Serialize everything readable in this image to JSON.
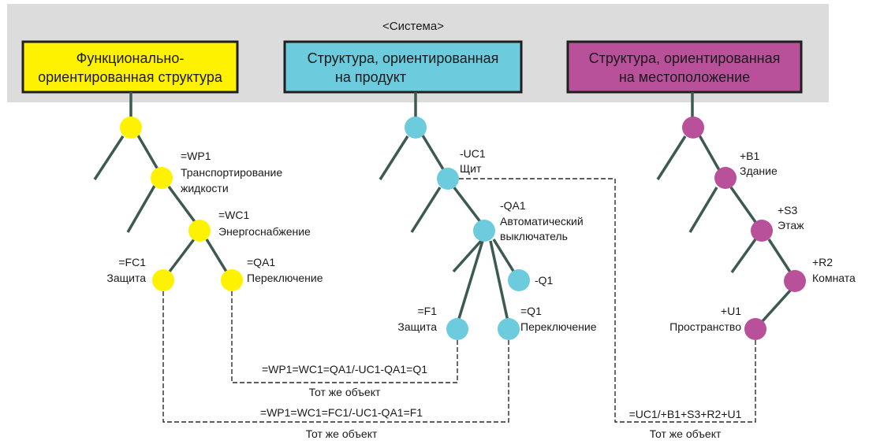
{
  "system_label": "<Система>",
  "colors": {
    "function": "#fff200",
    "product": "#6ccbdc",
    "location": "#b8519a",
    "band": "#dcdcdc",
    "branch": "#3d5a52"
  },
  "headers": {
    "function": {
      "line1": "Функционально-",
      "line2": "ориентированная структура"
    },
    "product": {
      "line1": "Структура, ориентированная",
      "line2": "на продукт"
    },
    "location": {
      "line1": "Структура, ориентированная",
      "line2": "на местоположение"
    }
  },
  "function_tree": {
    "wp1": {
      "code": "=WP1",
      "name1": "Транспортирование",
      "name2": "жидкости"
    },
    "wc1": {
      "code": "=WC1",
      "name": "Энергоснабжение"
    },
    "fc1": {
      "code": "=FC1",
      "name": "Защита"
    },
    "qa1": {
      "code": "=QA1",
      "name": "Переключение"
    }
  },
  "product_tree": {
    "uc1": {
      "code": "-UC1",
      "name": "Щит"
    },
    "qa1": {
      "code": "-QA1",
      "name1": "Автоматический",
      "name2": "выключатель"
    },
    "q1": {
      "code": "-Q1"
    },
    "f1": {
      "code": "=F1",
      "name": "Защита"
    },
    "q1f": {
      "code": "=Q1",
      "name": "Переключение"
    }
  },
  "location_tree": {
    "b1": {
      "code": "+B1",
      "name": "Здание"
    },
    "s3": {
      "code": "+S3",
      "name": "Этаж"
    },
    "r2": {
      "code": "+R2",
      "name": "Комната"
    },
    "u1": {
      "code": "+U1",
      "name": "Пространство"
    }
  },
  "references": {
    "ref_q1": {
      "designation": "=WP1=WC1=QA1/-UC1-QA1=Q1",
      "caption": "Тот же объект"
    },
    "ref_f1": {
      "designation": "=WP1=WC1=FC1/-UC1-QA1=F1",
      "caption": "Тот же объект"
    },
    "ref_loc": {
      "designation": "=UC1/+B1+S3+R2+U1",
      "caption": "Тот же объект"
    }
  }
}
